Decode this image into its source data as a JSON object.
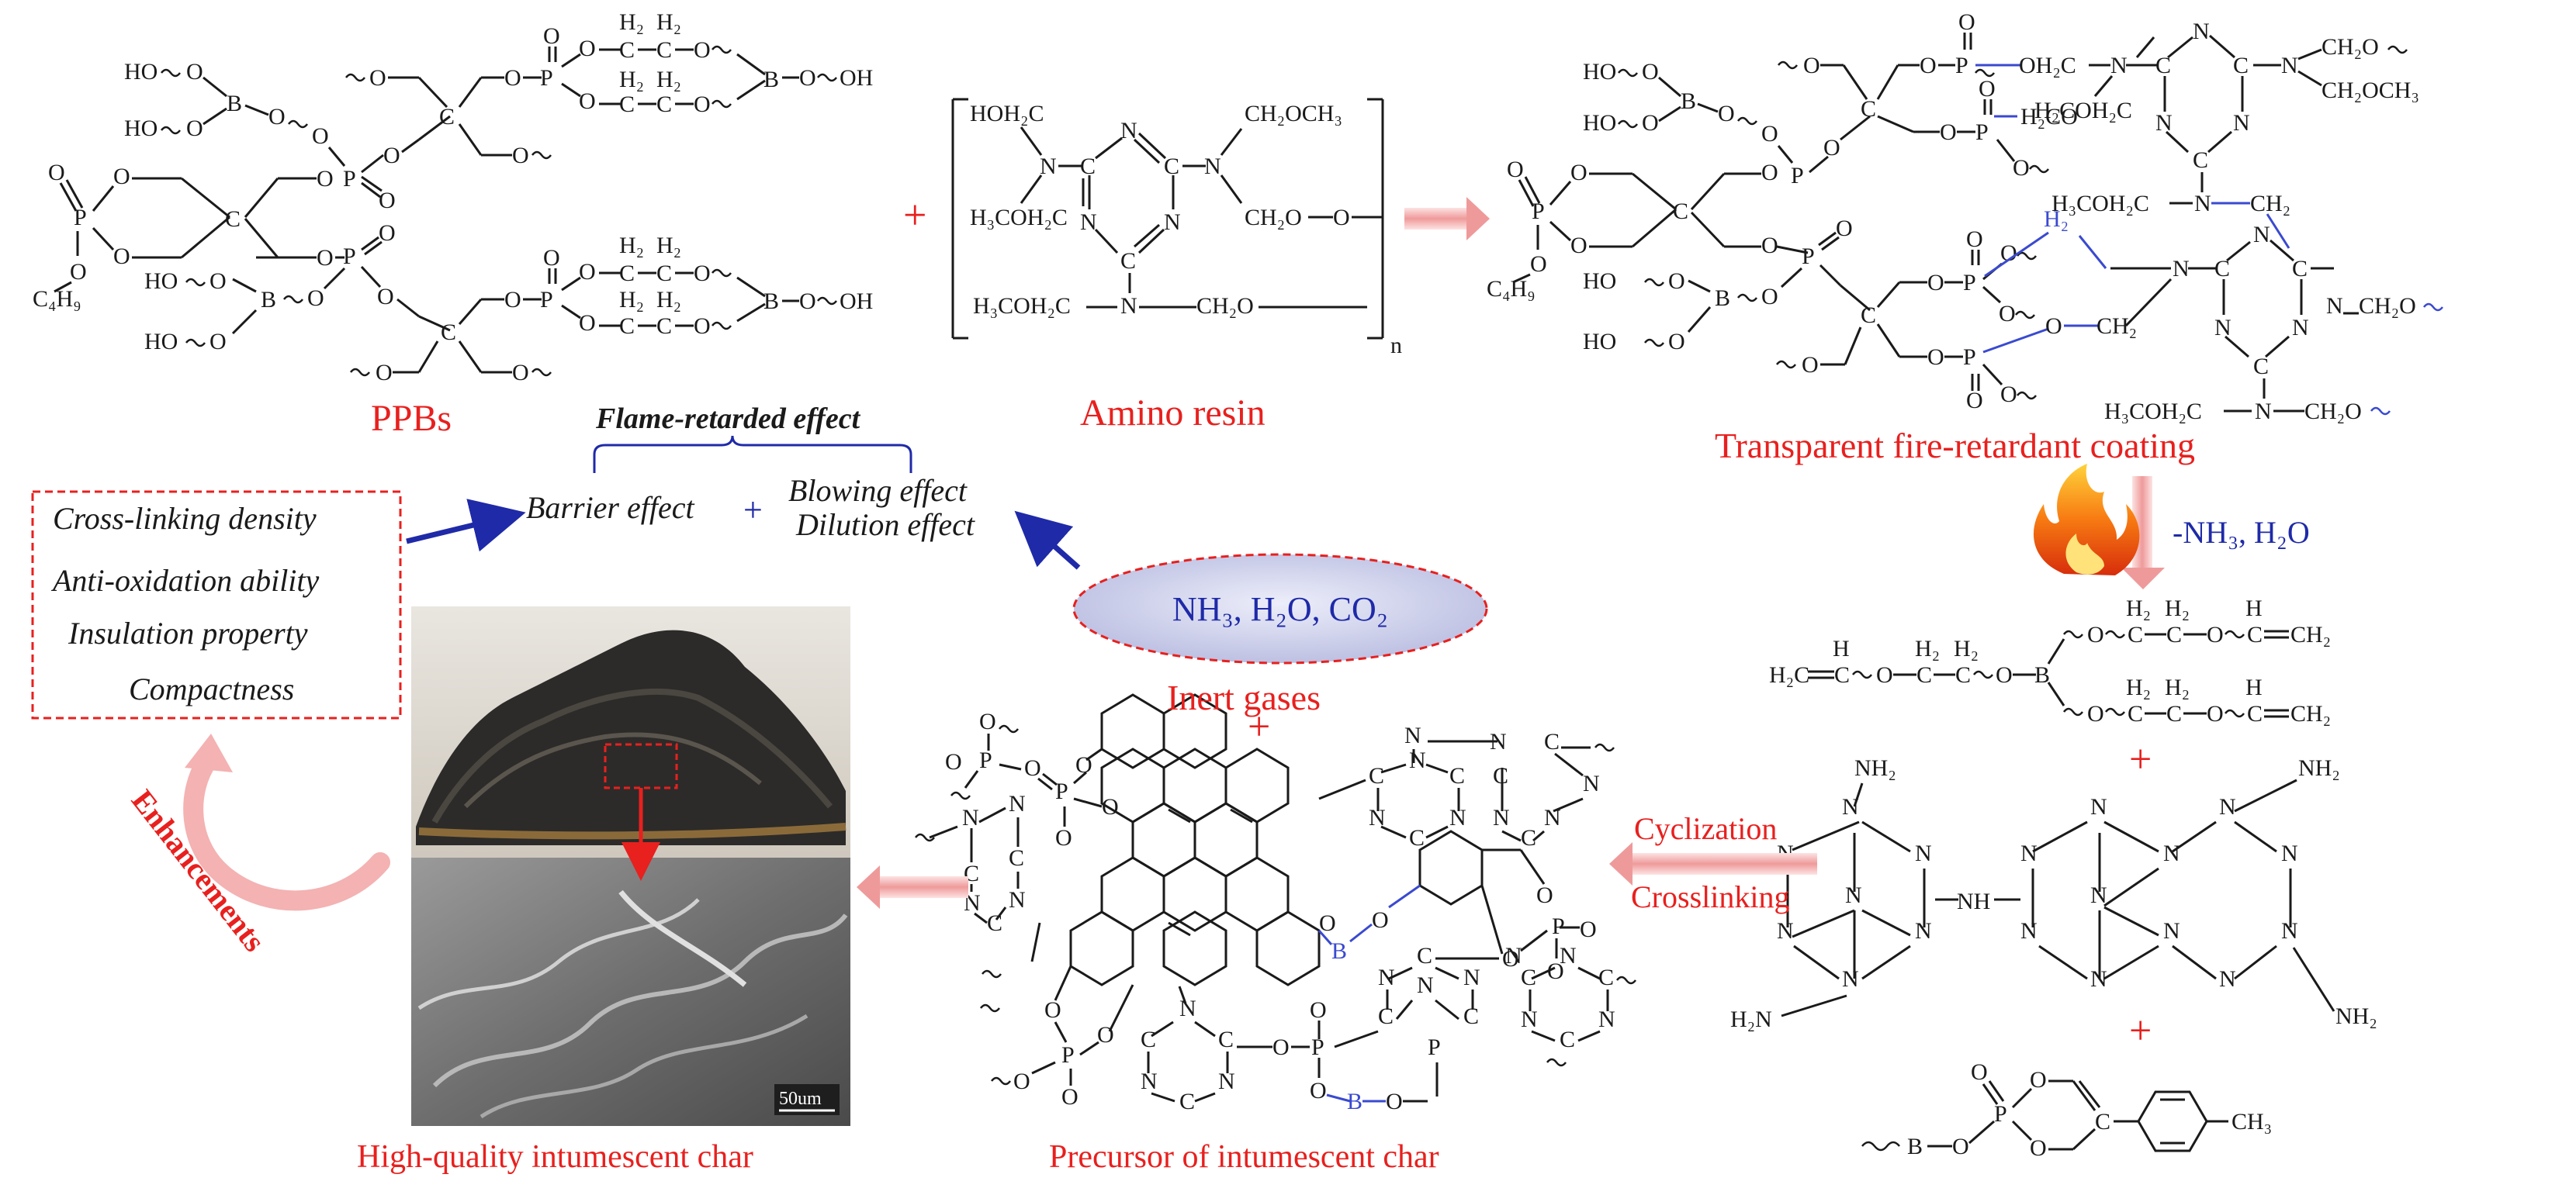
{
  "colors": {
    "accent_red": "#e8201e",
    "accent_blue": "#1f2aa8",
    "ellipse_fill": "#c9cbe6",
    "ellipse_stroke": "#e8201e",
    "arrow_pink": "#f2a6a6"
  },
  "labels": {
    "ppbs": "PPBs",
    "plus_top": "+",
    "amino_resin": "Amino resin",
    "coating": "Transparent fire-retardant coating",
    "flame_title": "Flame-retarded effect",
    "barrier": "Barrier effect",
    "plus_blue": "+",
    "blowing": "Blowing effect",
    "dilution": "Dilution effect",
    "gases_formula": "NH₃, H₂O, CO₂",
    "inert_gases": "Inert gases",
    "plus_center": "+",
    "heat_products": "-NH₃, H₂O",
    "plus_r1": "+",
    "plus_r2": "+",
    "cyclization": "Cyclization",
    "crosslinking": "Crosslinking",
    "enhancements": "Enhancements",
    "scale": "50um",
    "char_label": "High-quality intumescent char",
    "precursor_label": "Precursor of intumescent char"
  },
  "properties": [
    "Cross-linking density",
    "Anti-oxidation ability",
    "Insulation property",
    "Compactness"
  ],
  "chem": {
    "ho": "HO",
    "oh": "OH",
    "b": "B",
    "o": "O",
    "p": "P",
    "n": "N",
    "c": "C",
    "c4h9": "C₄H₉",
    "h2": "H₂",
    "hoh2c": "HOH₂C",
    "h3coh2c": "H₃COH₂C",
    "ch2och3": "CH₂OCH₃",
    "ch2o": "CH₂O",
    "h3coh2c_b": "H₃COH₂C",
    "ch2o_b": "CH₂O",
    "n_sub": "n",
    "oh2c": "OH₂C",
    "h2coch3": "CH₂OCH₃",
    "h2co_r": "H₂CO",
    "ch2o_r": "CH₂O",
    "hoch2c": "H₂COH₂C",
    "h3coh2c_r": "H₃COH₂C",
    "ch2_r": "CH₂",
    "h2c": "H₂C",
    "ch": "CH",
    "h": "H",
    "ch2": "CH₂",
    "nh2": "NH₂",
    "h2n": "H₂N",
    "nh": "NH",
    "ch3": "CH₃"
  }
}
